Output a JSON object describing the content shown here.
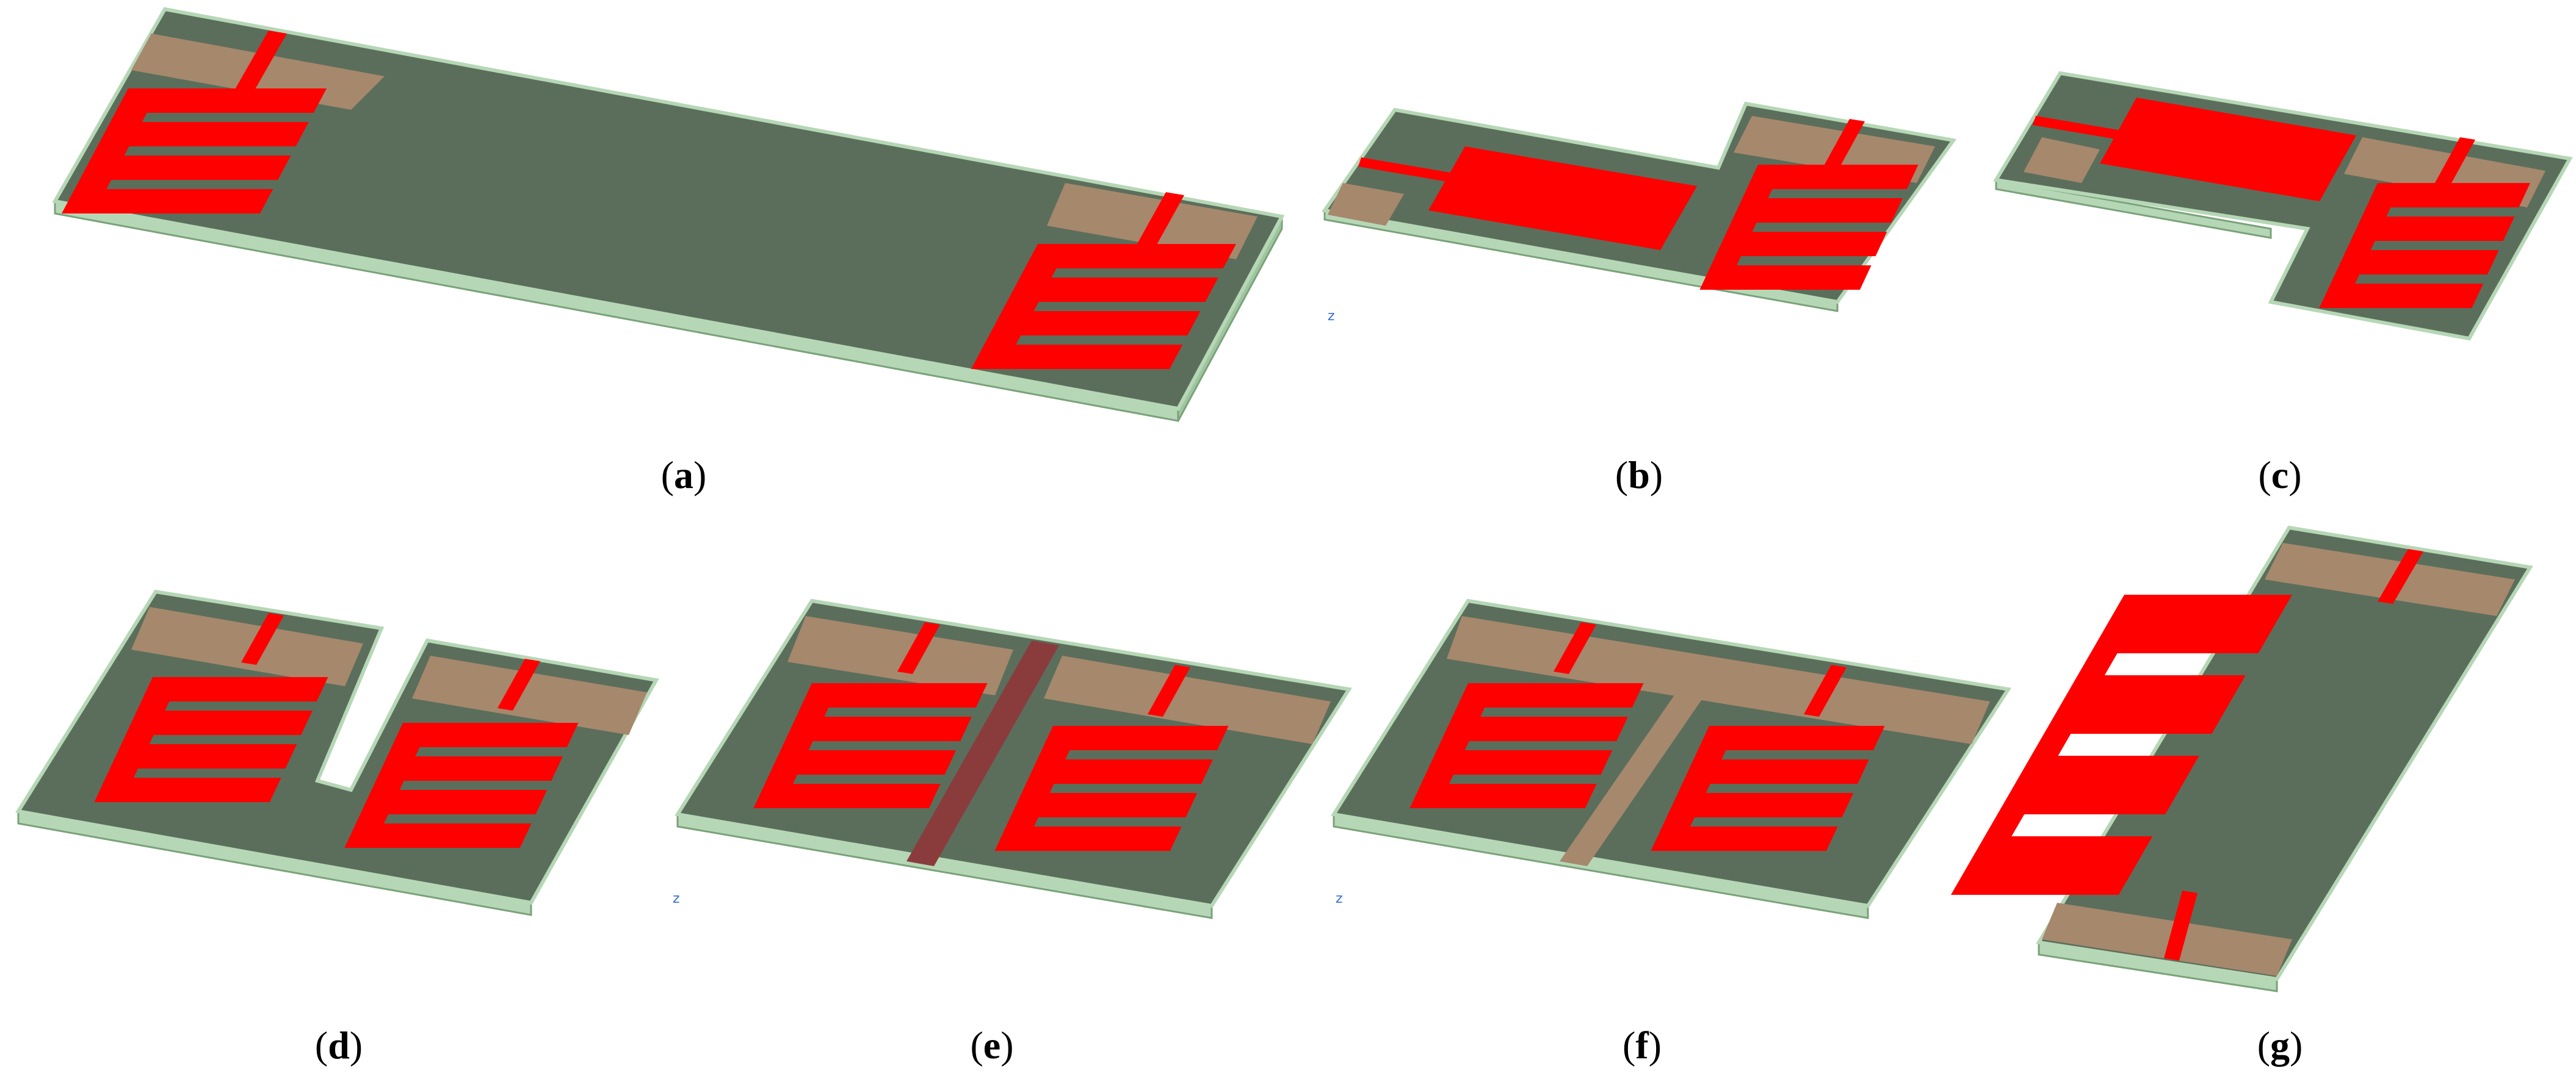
{
  "figure": {
    "panels": [
      {
        "id": "a",
        "caption_open": "(",
        "caption_letter": "a",
        "caption_close": ")"
      },
      {
        "id": "b",
        "caption_open": "(",
        "caption_letter": "b",
        "caption_close": ")"
      },
      {
        "id": "c",
        "caption_open": "(",
        "caption_letter": "c",
        "caption_close": ")"
      },
      {
        "id": "d",
        "caption_open": "(",
        "caption_letter": "d",
        "caption_close": ")"
      },
      {
        "id": "e",
        "caption_open": "(",
        "caption_letter": "e",
        "caption_close": ")"
      },
      {
        "id": "f",
        "caption_open": "(",
        "caption_letter": "f",
        "caption_close": ")"
      },
      {
        "id": "g",
        "caption_open": "(",
        "caption_letter": "g",
        "caption_close": ")"
      }
    ],
    "colors": {
      "substrate_top": "#5b6e5b",
      "substrate_edge": "#b6d7b6",
      "substrate_side": "#9fc59f",
      "pad": "#a6886d",
      "pad_light": "#b79d86",
      "patch": "#ff0000",
      "slot": "#5b6e5b",
      "dark_strip": "#8a3c3c",
      "axis_icon": "#3a6fd8"
    },
    "axis_label": "z"
  }
}
